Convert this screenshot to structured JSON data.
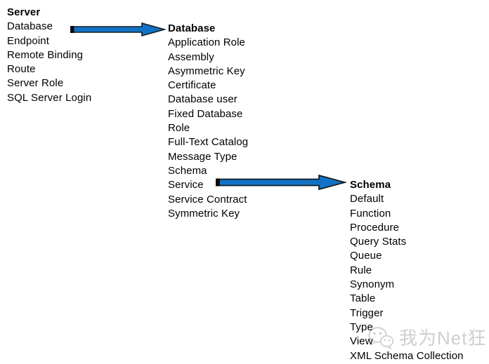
{
  "colors": {
    "arrow-fill": "#1273C6",
    "arrow-outline": "#121C24",
    "arrow-tail": "#0a0a0a",
    "watermark": "#cfcfcf",
    "text": "#000000"
  },
  "columns": [
    {
      "title": "Server",
      "items": [
        "Database",
        "Endpoint",
        "Remote Binding",
        "Route",
        "Server Role",
        "SQL Server Login"
      ]
    },
    {
      "title": "Database",
      "items": [
        "Application Role",
        "Assembly",
        "Asymmetric Key",
        "Certificate",
        "Database user",
        "Fixed Database Role",
        "Full-Text Catalog",
        "Message Type",
        "Schema",
        "Service",
        "Service Contract",
        "Symmetric Key"
      ]
    },
    {
      "title": "Schema",
      "items": [
        "Default",
        "Function",
        "Procedure",
        "Query Stats",
        "Queue",
        "Rule",
        "Synonym",
        "Table",
        "Trigger",
        "Type",
        "View",
        "XML Schema Collection"
      ]
    }
  ],
  "arrows": [
    {
      "aligned_with": "Database",
      "points_to": "Database"
    },
    {
      "aligned_with": "Service",
      "points_to": "Schema"
    }
  ],
  "watermark": {
    "logo": "wechat-logo",
    "text": "我为Net狂"
  }
}
